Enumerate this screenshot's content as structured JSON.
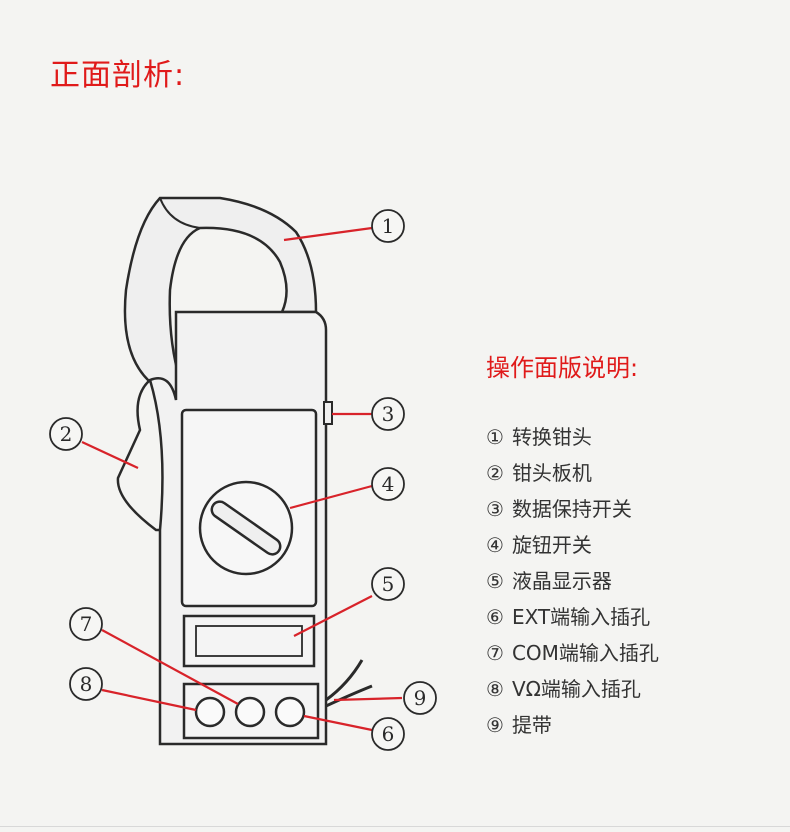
{
  "title": "正面剖析:",
  "panel_title": "操作面版说明:",
  "legend": [
    {
      "num": "①",
      "label": "转换钳头"
    },
    {
      "num": "②",
      "label": "钳头板机"
    },
    {
      "num": "③",
      "label": "数据保持开关"
    },
    {
      "num": "④",
      "label": "旋钮开关"
    },
    {
      "num": "⑤",
      "label": "液晶显示器"
    },
    {
      "num": "⑥",
      "label": "EXT端输入插孔"
    },
    {
      "num": "⑦",
      "label": "COM端输入插孔"
    },
    {
      "num": "⑧",
      "label": "VΩ端输入插孔"
    },
    {
      "num": "⑨",
      "label": "提带"
    }
  ],
  "callouts": [
    "1",
    "2",
    "3",
    "4",
    "5",
    "6",
    "7",
    "8",
    "9"
  ],
  "colors": {
    "accent": "#e01a1a",
    "ink": "#2a2a2a",
    "leader": "#d8232a"
  }
}
